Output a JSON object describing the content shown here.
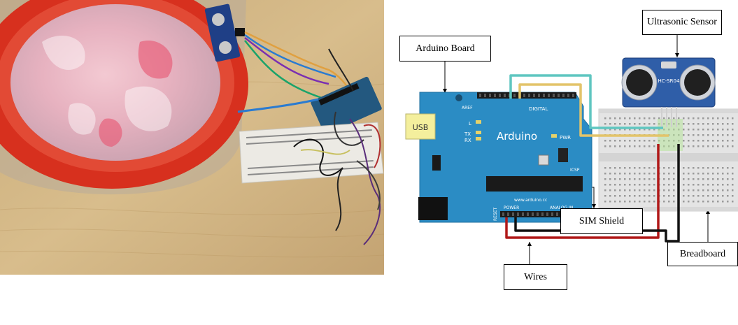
{
  "photo": {
    "description_icons": [
      "red-bucket",
      "plastic-bag",
      "ultrasonic-sensor",
      "arduino-board",
      "breadboard",
      "jumper-wires"
    ]
  },
  "diagram": {
    "labels": {
      "arduino_board": "Arduino Board",
      "ultrasonic_sensor": "Ultrasonic Sensor",
      "sim_shield": "SIM Shield",
      "breadboard": "Breadboard",
      "wires": "Wires"
    },
    "board_print": {
      "usb": "USB",
      "arduino": "Arduino",
      "digital": "DIGITAL",
      "power": "POWER",
      "analog_in": "ANALOG IN",
      "site": "www.arduino.cc",
      "pwr": "PWR",
      "reset": "RESET",
      "icsp": "ICSP",
      "aref": "AREF",
      "tx": "TX",
      "rx": "RX",
      "l": "L",
      "sensor_model": "HC-SR04"
    },
    "colors": {
      "board": "#2b8cc4",
      "wire_teal": "#5fc6c0",
      "wire_yellow": "#e3c46a",
      "wire_red": "#b01818",
      "wire_black": "#111111",
      "sensor": "#2f5ea8"
    }
  }
}
